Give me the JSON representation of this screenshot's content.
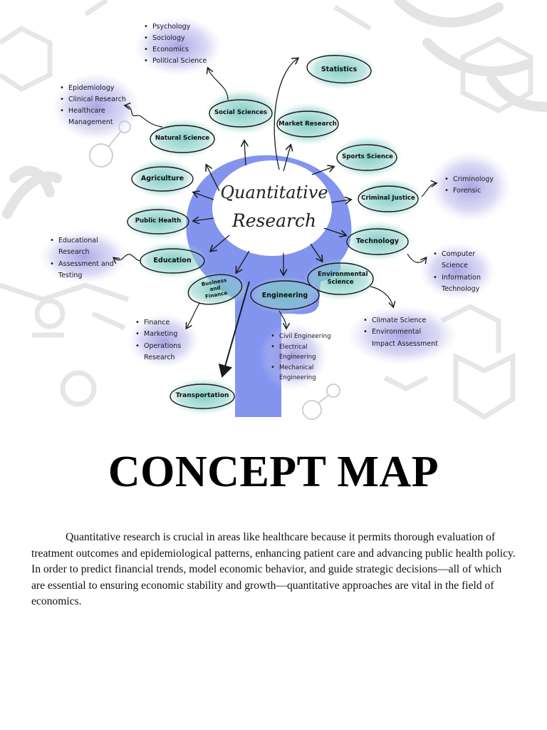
{
  "center": {
    "line1": "Quantitative",
    "line2": "Research"
  },
  "nodes": {
    "statistics": "Statistics",
    "market_research": "Market Research",
    "social_sciences": "Social Sciences",
    "natural_science": "Natural Science",
    "sports_science": "Sports Science",
    "agriculture": "Agriculture",
    "criminal_justice": "Criminal Justice",
    "public_health": "Public Health",
    "technology": "Technology",
    "education": "Education",
    "environmental_science": "Environmental Science",
    "business_and_finance": "Business and Finance",
    "engineering": "Engineering",
    "transportation": "Transportation"
  },
  "subtopics": {
    "social_sciences": [
      "Psychology",
      "Sociology",
      "Economics",
      "Political Science"
    ],
    "natural_science": [
      "Epidemiology",
      "Clinical Research",
      "Healthcare",
      "Management"
    ],
    "criminal_justice": [
      "Criminology",
      "Forensic"
    ],
    "education": [
      "Educational",
      "Research",
      "Assessment and",
      "Testing"
    ],
    "technology": [
      "Computer",
      "Science",
      "Information",
      "Technology"
    ],
    "environmental_science": [
      "Climate Science",
      "Environmental",
      "Impact Assessment"
    ],
    "business_and_finance": [
      "Finance",
      "Marketing",
      "Operations",
      "Research"
    ],
    "engineering": [
      "Civil Engineering",
      "Electrical",
      "Engineering",
      "Mechanical",
      "Engineering"
    ]
  },
  "title": "CONCEPT MAP",
  "paragraph": "Quantitative research is crucial in areas like healthcare because it permits thorough evaluation of treatment outcomes and epidemiological patterns, enhancing patient care and advancing public health policy. In order to predict financial trends, model economic behavior, and guide strategic decisions—all of which are essential to ensuring economic stability and growth—quantitative approaches are vital in the field of economics.",
  "colors": {
    "teal": "#6fc3bc",
    "lavender": "#9d9ae0",
    "head": "#8394ef",
    "outline": "#1a1a1a"
  }
}
